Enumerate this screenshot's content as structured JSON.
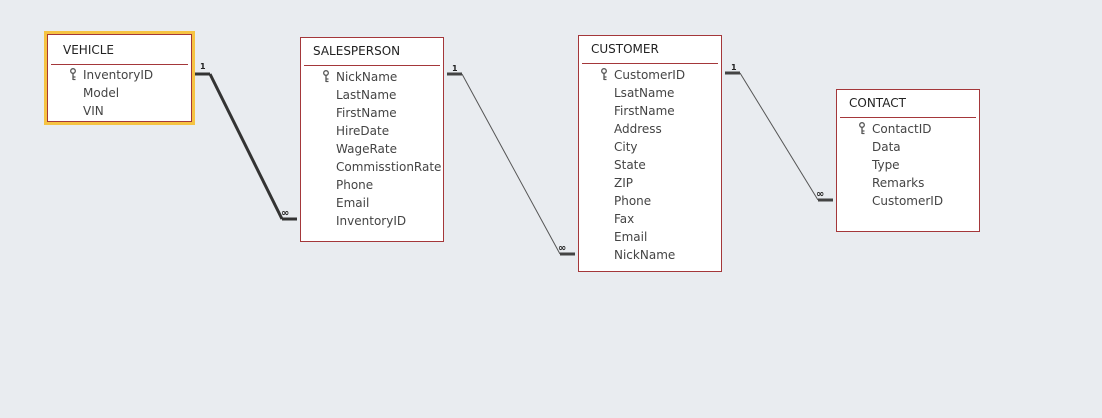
{
  "tables": [
    {
      "title": "VEHICLE",
      "selected": true,
      "fields": [
        {
          "name": "InventoryID",
          "primary_key": true
        },
        {
          "name": "Model",
          "primary_key": false
        },
        {
          "name": "VIN",
          "primary_key": false
        }
      ]
    },
    {
      "title": "SALESPERSON",
      "selected": false,
      "fields": [
        {
          "name": "NickName",
          "primary_key": true
        },
        {
          "name": "LastName",
          "primary_key": false
        },
        {
          "name": "FirstName",
          "primary_key": false
        },
        {
          "name": "HireDate",
          "primary_key": false
        },
        {
          "name": "WageRate",
          "primary_key": false
        },
        {
          "name": "CommisstionRate",
          "primary_key": false
        },
        {
          "name": "Phone",
          "primary_key": false
        },
        {
          "name": "Email",
          "primary_key": false
        },
        {
          "name": "InventoryID",
          "primary_key": false
        }
      ]
    },
    {
      "title": "CUSTOMER",
      "selected": false,
      "fields": [
        {
          "name": "CustomerID",
          "primary_key": true
        },
        {
          "name": "LsatName",
          "primary_key": false
        },
        {
          "name": "FirstName",
          "primary_key": false
        },
        {
          "name": "Address",
          "primary_key": false
        },
        {
          "name": "City",
          "primary_key": false
        },
        {
          "name": "State",
          "primary_key": false
        },
        {
          "name": "ZIP",
          "primary_key": false
        },
        {
          "name": "Phone",
          "primary_key": false
        },
        {
          "name": "Fax",
          "primary_key": false
        },
        {
          "name": "Email",
          "primary_key": false
        },
        {
          "name": "NickName",
          "primary_key": false
        }
      ]
    },
    {
      "title": "CONTACT",
      "selected": false,
      "fields": [
        {
          "name": "ContactID",
          "primary_key": true
        },
        {
          "name": "Data",
          "primary_key": false
        },
        {
          "name": "Type",
          "primary_key": false
        },
        {
          "name": "Remarks",
          "primary_key": false
        },
        {
          "name": "CustomerID",
          "primary_key": false
        }
      ]
    }
  ],
  "relationships": [
    {
      "from": "VEHICLE",
      "to": "SALESPERSON",
      "one_label": "1",
      "many_label": "∞",
      "selected": true
    },
    {
      "from": "SALESPERSON",
      "to": "CUSTOMER",
      "one_label": "1",
      "many_label": "∞",
      "selected": false
    },
    {
      "from": "CUSTOMER",
      "to": "CONTACT",
      "one_label": "1",
      "many_label": "∞",
      "selected": false
    }
  ],
  "colors": {
    "canvas": "#e9ecf0",
    "table_border": "#a4373a",
    "selection": "#f6c342",
    "line": "#555555"
  },
  "icons": {
    "primary_key": "key-icon"
  }
}
